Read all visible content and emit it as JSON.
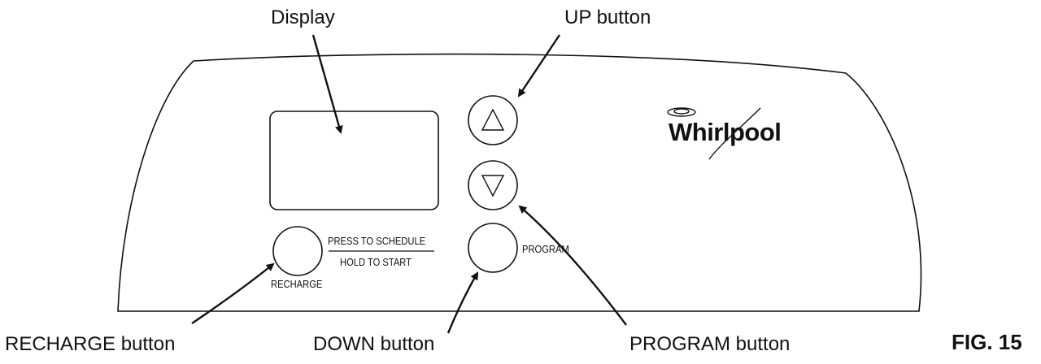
{
  "callouts": {
    "display": "Display",
    "up_button": "UP button",
    "recharge_button": "RECHARGE button",
    "down_button": "DOWN button",
    "program_button": "PROGRAM button"
  },
  "panel": {
    "schedule_line": "PRESS TO SCHEDULE",
    "start_line": "HOLD TO START",
    "recharge_label": "RECHARGE",
    "program_label": "PROGRAM",
    "brand": "Whirlpool"
  },
  "figure_label": "FIG. 15",
  "icons": {
    "up": "triangle-up-icon",
    "down": "triangle-down-icon",
    "brand_swirl": "whirlpool-swirl-icon"
  }
}
